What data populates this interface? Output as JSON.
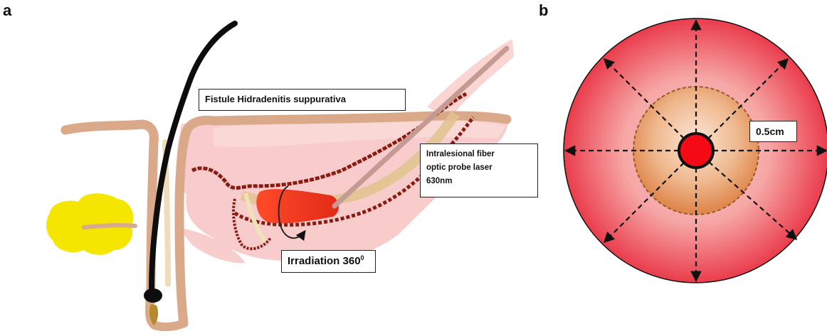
{
  "panels": {
    "a": "a",
    "b": "b"
  },
  "labels": {
    "fistule": "Fistule Hidradenitis suppurativa",
    "probe": "Intralesional fiber\noptic probe  laser\n630nm",
    "irradiation": "Irradiation 360",
    "irradiation_sup": "0",
    "radius": "0.5cm"
  },
  "colors": {
    "skin": "#d9a98a",
    "hair": "#0d0d0d",
    "sebaceous": "#f5e600",
    "inflammation": "#f08a8a",
    "tissue_dark": "#8b1a10",
    "laser": "#e8281c",
    "probe": "#c49a92",
    "outer_disc": "#ee4a55",
    "inner_zone": "#e89a68",
    "core": "#f40a14"
  }
}
